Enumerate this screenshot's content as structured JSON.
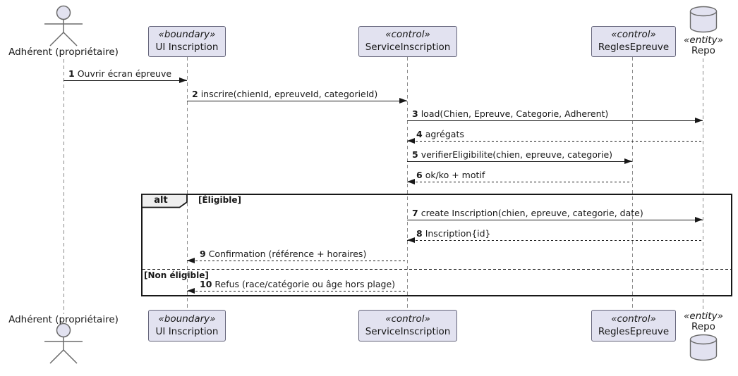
{
  "diagram_type": "uml-sequence",
  "colors": {
    "background": "#FFFFFF",
    "participant_fill": "#E2E2F0",
    "participant_border": "#64647A",
    "message_line": "#181818",
    "lifeline": "#8A8A8A",
    "fragment_border": "#181818",
    "fragment_operator_fill": "#EEEEEE"
  },
  "actor": {
    "label": "Adhérent (propriétaire)"
  },
  "participants": [
    {
      "stereotype": "«boundary»",
      "name": "UI Inscription"
    },
    {
      "stereotype": "«control»",
      "name": "ServiceInscription"
    },
    {
      "stereotype": "«control»",
      "name": "ReglesEpreuve"
    }
  ],
  "entity": {
    "stereotype": "«entity»",
    "name": "Repo"
  },
  "messages": [
    {
      "num": "1",
      "label": "Ouvrir écran épreuve",
      "from": "Adhérent (propriétaire)",
      "to": "UI Inscription",
      "line": "solid"
    },
    {
      "num": "2",
      "label": "inscrire(chienId, epreuveId, categorieId)",
      "from": "UI Inscription",
      "to": "ServiceInscription",
      "line": "solid"
    },
    {
      "num": "3",
      "label": "load(Chien, Epreuve, Categorie, Adherent)",
      "from": "ServiceInscription",
      "to": "Repo",
      "line": "solid"
    },
    {
      "num": "4",
      "label": "agrégats",
      "from": "Repo",
      "to": "ServiceInscription",
      "line": "dashed"
    },
    {
      "num": "5",
      "label": "verifierEligibilite(chien, epreuve, categorie)",
      "from": "ServiceInscription",
      "to": "ReglesEpreuve",
      "line": "solid"
    },
    {
      "num": "6",
      "label": "ok/ko + motif",
      "from": "ReglesEpreuve",
      "to": "ServiceInscription",
      "line": "dashed"
    },
    {
      "num": "7",
      "label": "create Inscription(chien, epreuve, categorie, date)",
      "from": "ServiceInscription",
      "to": "Repo",
      "line": "solid"
    },
    {
      "num": "8",
      "label": "Inscription{id}",
      "from": "Repo",
      "to": "ServiceInscription",
      "line": "dashed"
    },
    {
      "num": "9",
      "label": "Confirmation (référence + horaires)",
      "from": "ServiceInscription",
      "to": "UI Inscription",
      "line": "dashed"
    },
    {
      "num": "10",
      "label": "Refus (race/catégorie ou âge hors plage)",
      "from": "ServiceInscription",
      "to": "UI Inscription",
      "line": "dashed"
    }
  ],
  "fragment": {
    "operator": "alt",
    "guard_eligible": "[Éligible]",
    "guard_not_eligible": "[Non éligible]"
  }
}
